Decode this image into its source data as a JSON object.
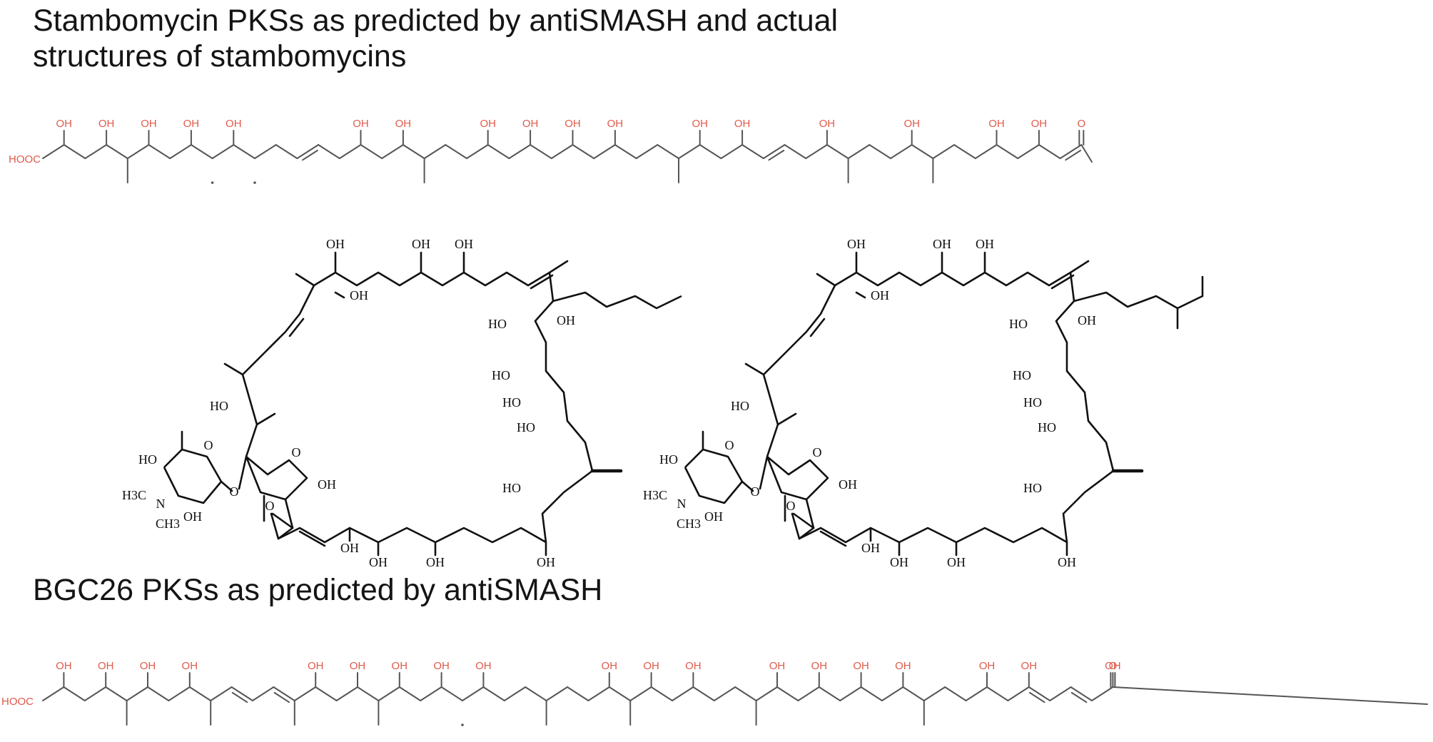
{
  "headings": {
    "top": "Stambomycin PKSs as predicted by antiSMASH and actual structures of stambomycins",
    "top_line1": "Stambomycin PKSs as predicted by antiSMASH and actual",
    "top_line2": "structures of stambomycins",
    "bottom": "BGC26 PKSs as predicted by antiSMASH"
  },
  "colors": {
    "heading_text": "#141414",
    "predicted_chain_stroke": "#555555",
    "predicted_chain_label": "#e05a4a",
    "actual_structure": "#111111"
  },
  "labels": {
    "acid": "HOOC",
    "hydroxyl": "OH",
    "ketone_oxygen": "O",
    "methyl": "H3C",
    "amine_nitrogen": "N",
    "amine_methyl": "CH3",
    "ring_oxygen": "O",
    "hydroxyl_left": "HO"
  }
}
